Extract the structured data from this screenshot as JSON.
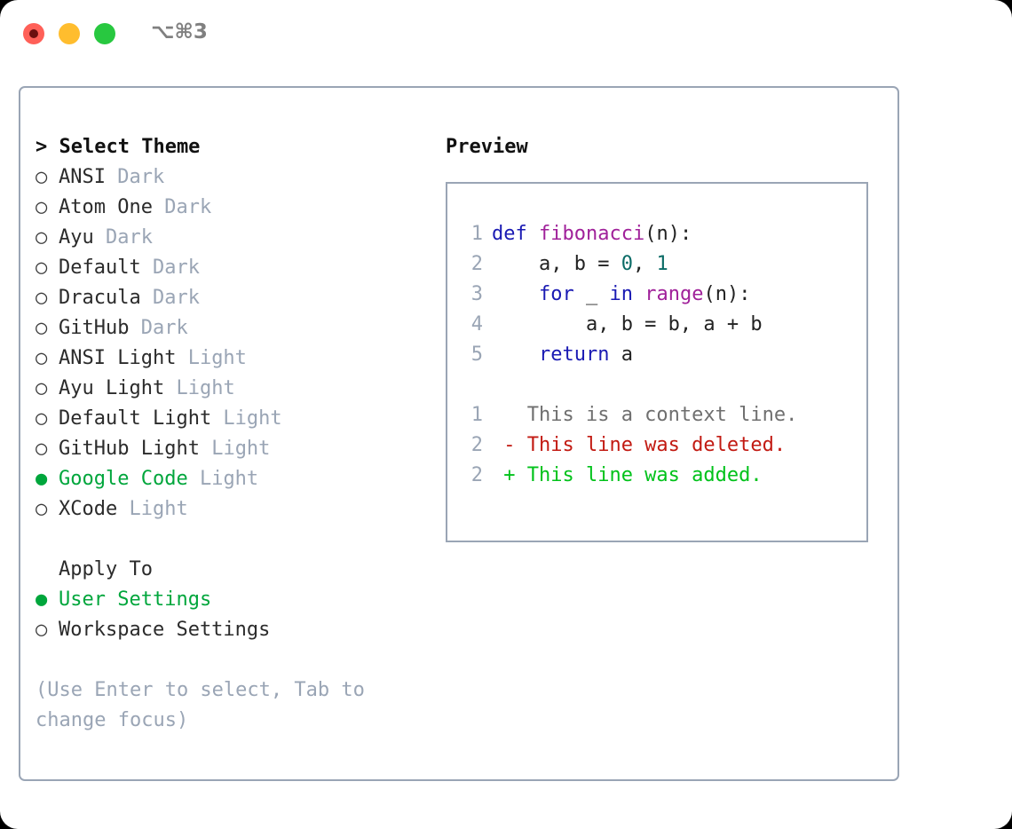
{
  "titlebar": {
    "shortcut": "⌥⌘3",
    "dots": [
      {
        "name": "close",
        "color": "#ff6058"
      },
      {
        "name": "minimize",
        "color": "#ffbd2e"
      },
      {
        "name": "maximize",
        "color": "#28c840"
      }
    ]
  },
  "theme_list": {
    "heading": "> Select Theme",
    "bullet_empty": "○",
    "bullet_filled": "●",
    "items": [
      {
        "name": "ANSI",
        "kind": "Dark",
        "selected": false
      },
      {
        "name": "Atom One",
        "kind": "Dark",
        "selected": false
      },
      {
        "name": "Ayu",
        "kind": "Dark",
        "selected": false
      },
      {
        "name": "Default",
        "kind": "Dark",
        "selected": false
      },
      {
        "name": "Dracula",
        "kind": "Dark",
        "selected": false
      },
      {
        "name": "GitHub",
        "kind": "Dark",
        "selected": false
      },
      {
        "name": "ANSI Light",
        "kind": "Light",
        "selected": false
      },
      {
        "name": "Ayu Light",
        "kind": "Light",
        "selected": false
      },
      {
        "name": "Default Light",
        "kind": "Light",
        "selected": false
      },
      {
        "name": "GitHub Light",
        "kind": "Light",
        "selected": false
      },
      {
        "name": "Google Code",
        "kind": "Light",
        "selected": true
      },
      {
        "name": "XCode",
        "kind": "Light",
        "selected": false
      }
    ]
  },
  "apply_to": {
    "heading": "Apply To",
    "options": [
      {
        "name": "User Settings",
        "selected": true
      },
      {
        "name": "Workspace Settings",
        "selected": false
      }
    ]
  },
  "hint": "(Use Enter to select, Tab to change focus)",
  "preview": {
    "title": "Preview",
    "code_lines": [
      {
        "n": "1",
        "tokens": [
          {
            "t": "def ",
            "c": "kw"
          },
          {
            "t": "fibonacci",
            "c": "fn"
          },
          {
            "t": "(n):",
            "c": "txt"
          }
        ]
      },
      {
        "n": "2",
        "tokens": [
          {
            "t": "    a, b = ",
            "c": "txt"
          },
          {
            "t": "0",
            "c": "num"
          },
          {
            "t": ", ",
            "c": "txt"
          },
          {
            "t": "1",
            "c": "num"
          }
        ]
      },
      {
        "n": "3",
        "tokens": [
          {
            "t": "    ",
            "c": "txt"
          },
          {
            "t": "for",
            "c": "kw"
          },
          {
            "t": " _ ",
            "c": "txt"
          },
          {
            "t": "in",
            "c": "kw"
          },
          {
            "t": " ",
            "c": "txt"
          },
          {
            "t": "range",
            "c": "fn"
          },
          {
            "t": "(n):",
            "c": "txt"
          }
        ]
      },
      {
        "n": "4",
        "tokens": [
          {
            "t": "        a, b = b, a + b",
            "c": "txt"
          }
        ]
      },
      {
        "n": "5",
        "tokens": [
          {
            "t": "    ",
            "c": "txt"
          },
          {
            "t": "return",
            "c": "kw"
          },
          {
            "t": " a",
            "c": "txt"
          }
        ]
      }
    ],
    "diff_lines": [
      {
        "n": "1",
        "marker": " ",
        "text": " This is a context line.",
        "kind": "ctx"
      },
      {
        "n": "2",
        "marker": "-",
        "text": " This line was deleted.",
        "kind": "del"
      },
      {
        "n": "2",
        "marker": "+",
        "text": " This line was added.",
        "kind": "add"
      }
    ]
  },
  "colors": {
    "accent_green": "#00a63c",
    "muted": "#9aa5b5",
    "keyword": "#1a1ab3",
    "function": "#a0219a",
    "number": "#0a6b66",
    "diff_delete": "#c21a12",
    "diff_add": "#00c21a",
    "border": "#9aa5b5"
  }
}
